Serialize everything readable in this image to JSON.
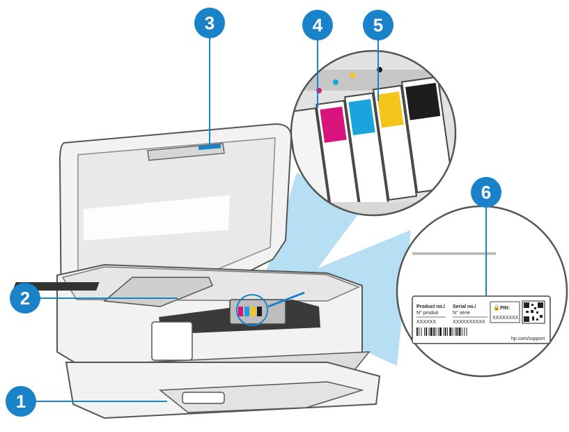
{
  "colors": {
    "callout": "#1a82c9",
    "leader": "#1a82c9",
    "zoom_cone": "#a9d9f2",
    "ink_magenta": "#d9137c",
    "ink_cyan": "#1ba3dd",
    "ink_yellow": "#f6c51b",
    "ink_black": "#1d1d1d",
    "printer_outline": "#555555",
    "printer_fill": "#f2f2f2"
  },
  "callouts": [
    {
      "id": "1",
      "label": "1"
    },
    {
      "id": "2",
      "label": "2"
    },
    {
      "id": "3",
      "label": "3"
    },
    {
      "id": "4",
      "label": "4"
    },
    {
      "id": "5",
      "label": "5"
    },
    {
      "id": "6",
      "label": "6"
    }
  ],
  "product_label": {
    "product_no": "Product no./",
    "product_no_fr": "N° produit",
    "product_value": "XXXXXX",
    "serial_no": "Serial no./",
    "serial_no_fr": "N° série",
    "serial_value": "XXXXXXXXXX",
    "pin_label": "PIN:",
    "pin_value": "XXXXXXXX",
    "support_url": "hp.com/support"
  }
}
